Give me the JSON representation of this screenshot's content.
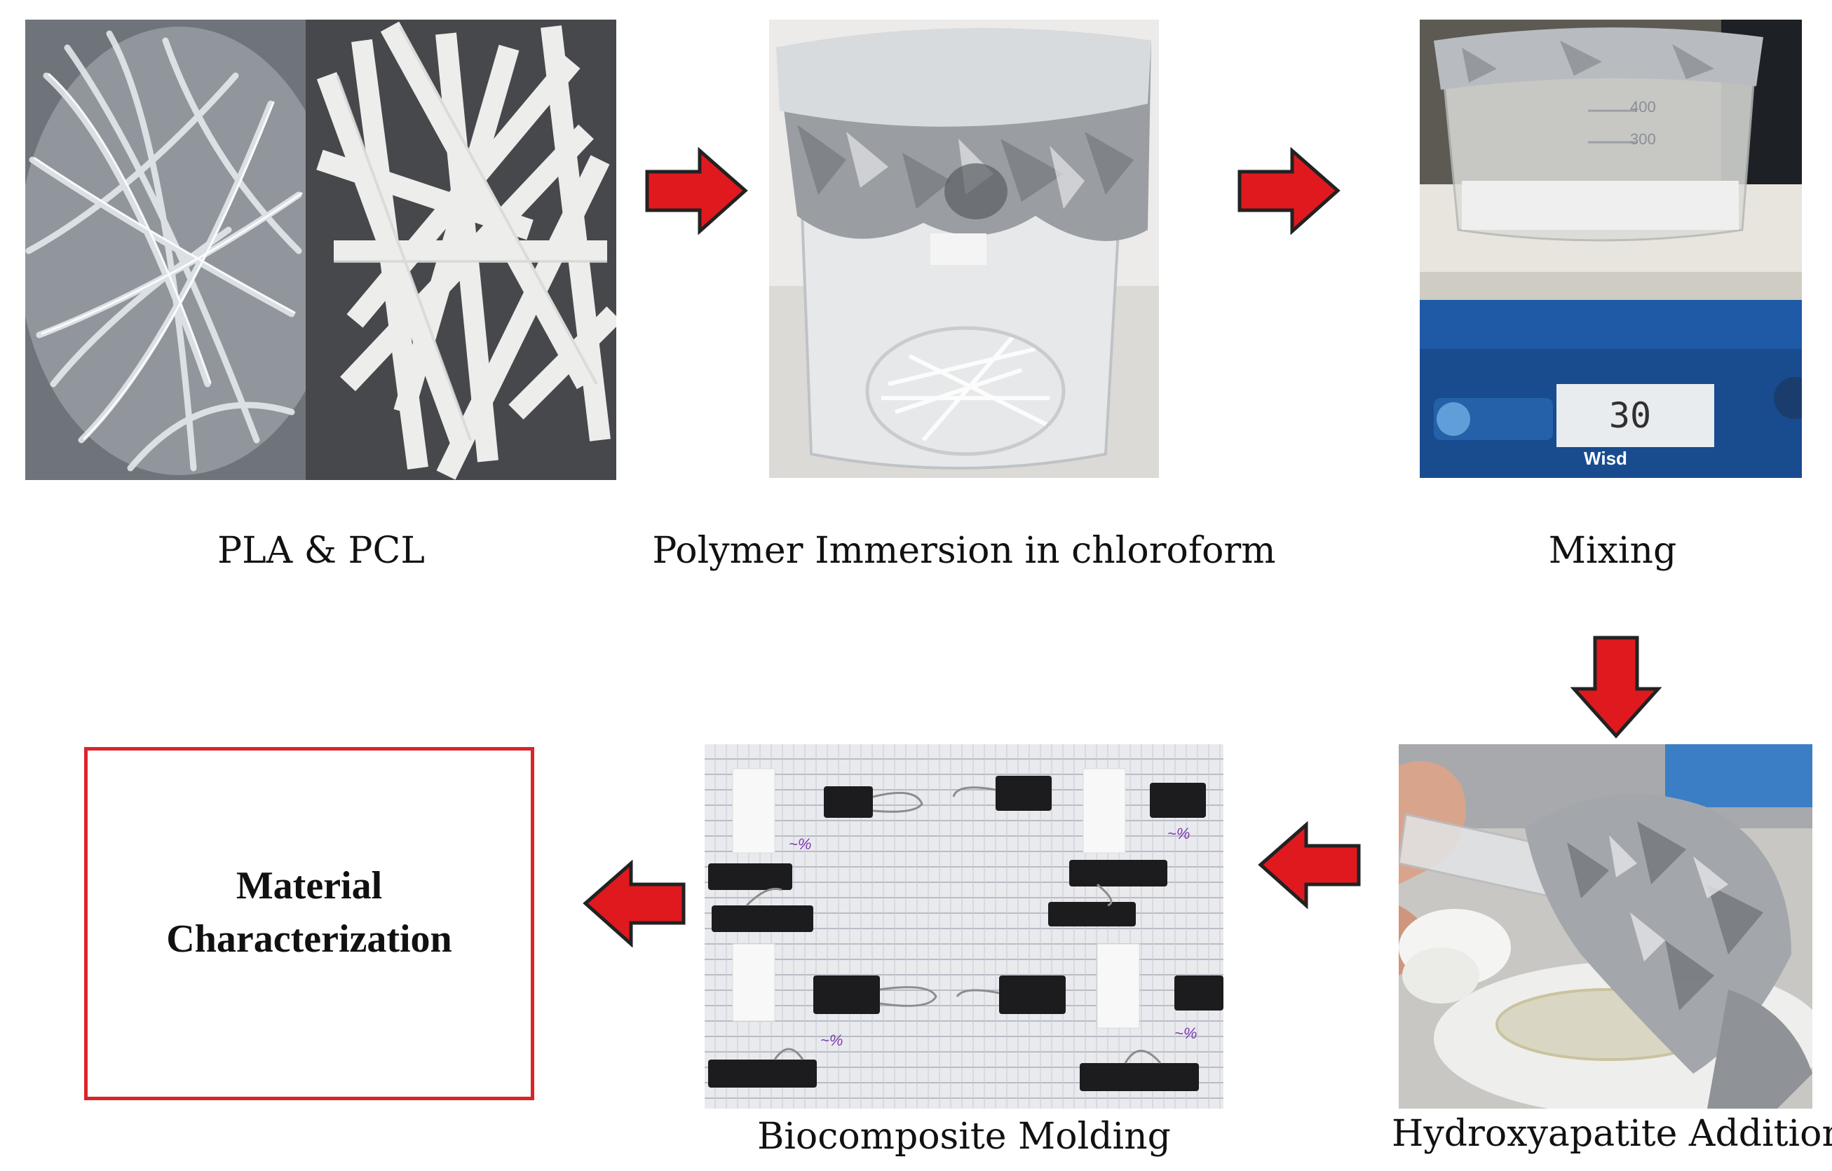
{
  "steps": {
    "pla_pcl": {
      "caption": "PLA & PCL"
    },
    "immersion": {
      "caption": "Polymer Immersion in chloroform"
    },
    "mixing": {
      "caption": "Mixing",
      "stirrer_display": "30",
      "stirrer_brand": "Wisd"
    },
    "hydroxyapatite": {
      "caption": "Hydroxyapatite  Addition"
    },
    "molding": {
      "caption": "Biocomposite Molding"
    },
    "characterization": {
      "line1": "Material",
      "line2": "Characterization"
    }
  },
  "arrows": {
    "color": "#e0191f",
    "outline": "#222222",
    "directions": [
      "right",
      "right",
      "down",
      "left",
      "left"
    ]
  },
  "box": {
    "border_color": "#d9252a"
  }
}
